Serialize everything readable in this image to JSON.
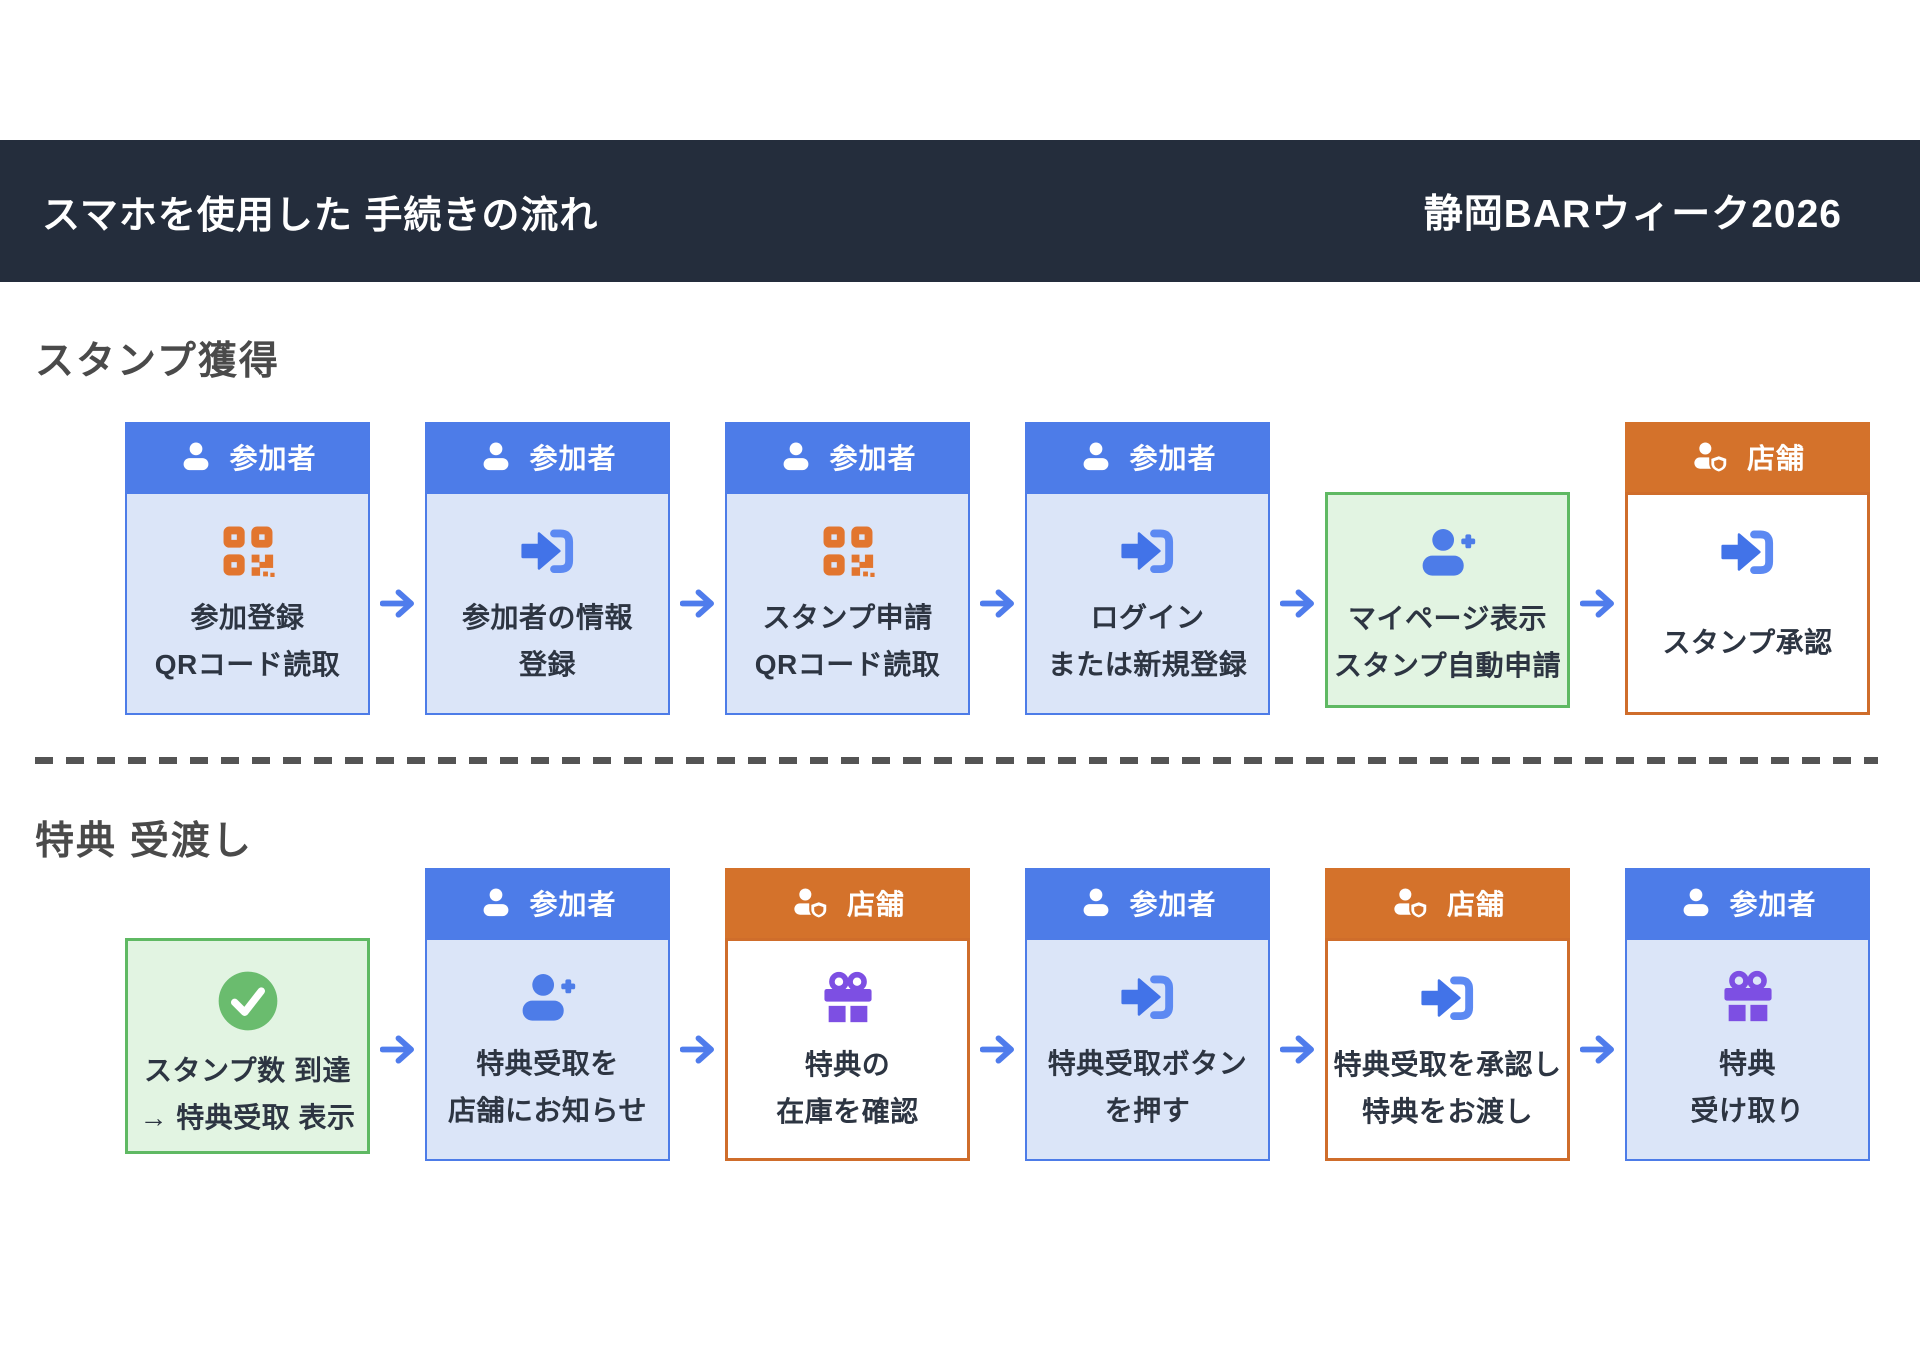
{
  "header": {
    "title": "スマホを使用した 手続きの流れ",
    "brand": "静岡BARウィーク2026"
  },
  "colors": {
    "topbar_bg": "#242d3c",
    "participant_blue": "#4d7ce8",
    "participant_body": "#dbe5f8",
    "store_orange": "#d4722b",
    "system_green_border": "#5fb963",
    "system_green_bg": "#e2f4e2",
    "icon_qr_orange": "#e2752e",
    "icon_gift_purple": "#7d4fe3",
    "icon_check_green": "#6abc6e",
    "arrow_blue": "#4f7cec",
    "text_dark": "#2d3542"
  },
  "sections": [
    {
      "title": "スタンプ獲得",
      "steps": [
        {
          "actor": "参加者",
          "type": "participant",
          "icon": "qr-code",
          "lines": [
            "参加登録",
            "QRコード読取"
          ]
        },
        {
          "actor": "参加者",
          "type": "participant",
          "icon": "sign-in",
          "lines": [
            "参加者の情報",
            "登録"
          ]
        },
        {
          "actor": "参加者",
          "type": "participant",
          "icon": "qr-code",
          "lines": [
            "スタンプ申請",
            "QRコード読取"
          ]
        },
        {
          "actor": "参加者",
          "type": "participant",
          "icon": "sign-in",
          "lines": [
            "ログイン",
            "または新規登録"
          ]
        },
        {
          "type": "system",
          "icon": "user-plus",
          "lines": [
            "マイページ表示",
            "スタンプ自動申請"
          ]
        },
        {
          "actor": "店舗",
          "type": "store",
          "icon": "sign-in",
          "lines": [
            "スタンプ承認"
          ]
        }
      ]
    },
    {
      "title": "特典 受渡し",
      "steps": [
        {
          "type": "system",
          "icon": "check-circle",
          "lines": [
            "スタンプ数 到達",
            "→ 特典受取 表示"
          ]
        },
        {
          "actor": "参加者",
          "type": "participant",
          "icon": "user-plus",
          "lines": [
            "特典受取を",
            "店舗にお知らせ"
          ]
        },
        {
          "actor": "店舗",
          "type": "store",
          "icon": "gift",
          "lines": [
            "特典の",
            "在庫を確認"
          ]
        },
        {
          "actor": "参加者",
          "type": "participant",
          "icon": "sign-in",
          "lines": [
            "特典受取ボタン",
            "を押す"
          ]
        },
        {
          "actor": "店舗",
          "type": "store",
          "icon": "sign-in",
          "lines": [
            "特典受取を承認し",
            "特典をお渡し"
          ]
        },
        {
          "actor": "参加者",
          "type": "participant",
          "icon": "gift",
          "lines": [
            "特典",
            "受け取り"
          ]
        }
      ]
    }
  ]
}
